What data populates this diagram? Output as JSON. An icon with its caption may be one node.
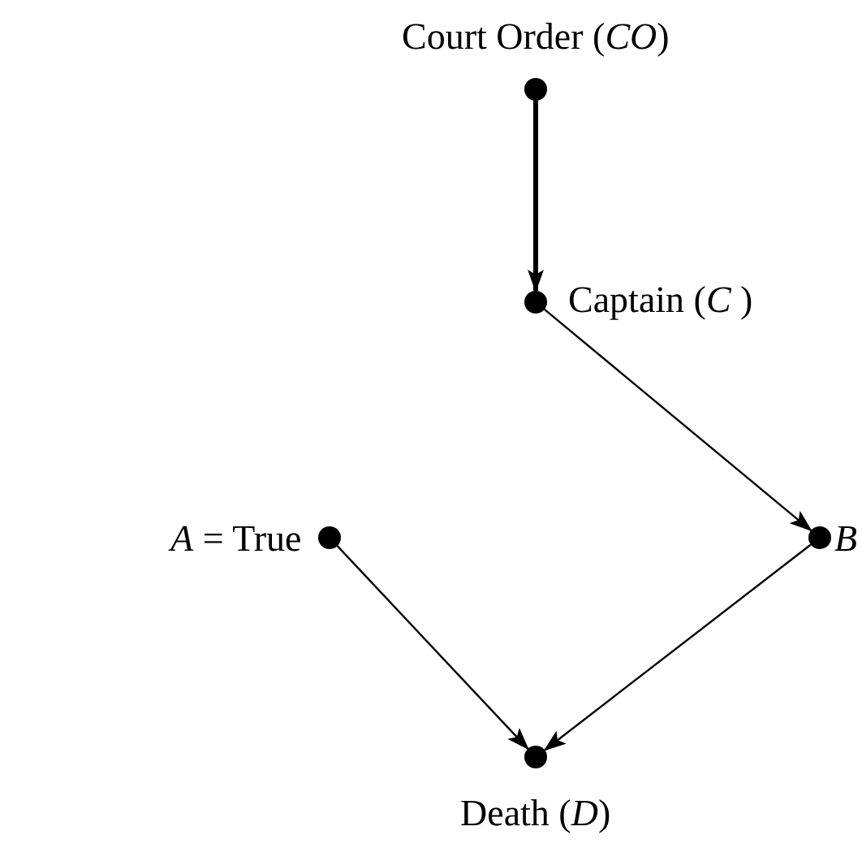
{
  "diagram": {
    "nodes": [
      {
        "text": [],
        "shape": "circle",
        "beside": [
          "Court Order (*CO*)"
        ]
      },
      {
        "text": [],
        "shape": "circle",
        "beside": [
          "Captain (*C* )"
        ]
      },
      {
        "text": [],
        "shape": "circle",
        "beside": [
          "*A* = True"
        ]
      },
      {
        "text": [],
        "shape": "circle",
        "beside": [
          "*B*"
        ]
      },
      {
        "text": [],
        "shape": "circle",
        "beside": [
          "Death (*D*)"
        ]
      }
    ],
    "edges": [
      {
        "from": 0,
        "to": 1,
        "arrow": "to",
        "style": "thick"
      },
      {
        "from": 1,
        "to": 3,
        "arrow": "to"
      },
      {
        "from": 2,
        "to": 4,
        "arrow": "to"
      },
      {
        "from": 3,
        "to": 4,
        "arrow": "to"
      }
    ]
  }
}
